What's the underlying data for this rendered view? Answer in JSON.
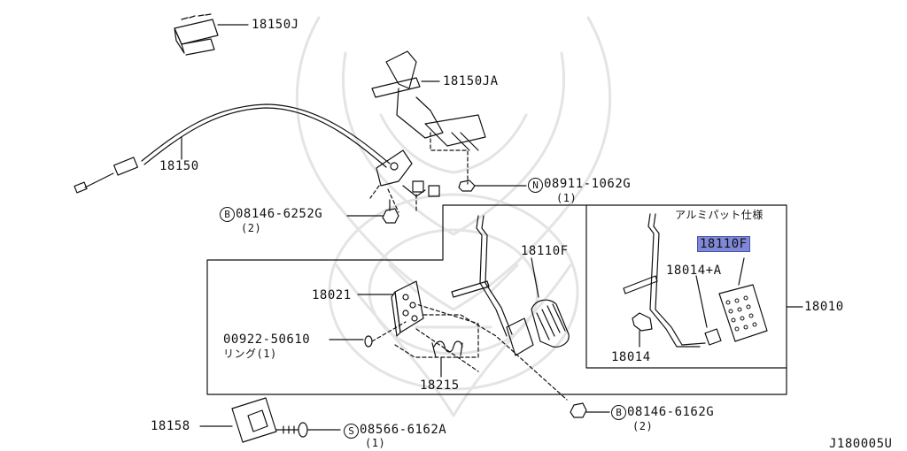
{
  "diagram_id": "J180005U",
  "variant_note": "アルミパット仕様",
  "highlight_color": "#7f88d6",
  "parts": [
    {
      "number": "18150J"
    },
    {
      "number": "18150JA"
    },
    {
      "number": "18150"
    },
    {
      "number": "18021"
    },
    {
      "number": "18110F"
    },
    {
      "number": "18110F",
      "highlighted": true
    },
    {
      "number": "18014+A"
    },
    {
      "number": "18014"
    },
    {
      "number": "18010"
    },
    {
      "number": "18215"
    },
    {
      "number": "18158"
    },
    {
      "number": "00922-50610",
      "name": "リング",
      "qty": "(1)"
    }
  ],
  "fasteners": [
    {
      "prefix": "N",
      "number": "08911-1062G",
      "qty": "(1)"
    },
    {
      "prefix": "B",
      "number": "08146-6252G",
      "qty": "(2)"
    },
    {
      "prefix": "B",
      "number": "08146-6162G",
      "qty": "(2)"
    },
    {
      "prefix": "S",
      "number": "08566-6162A",
      "qty": "(1)"
    }
  ]
}
